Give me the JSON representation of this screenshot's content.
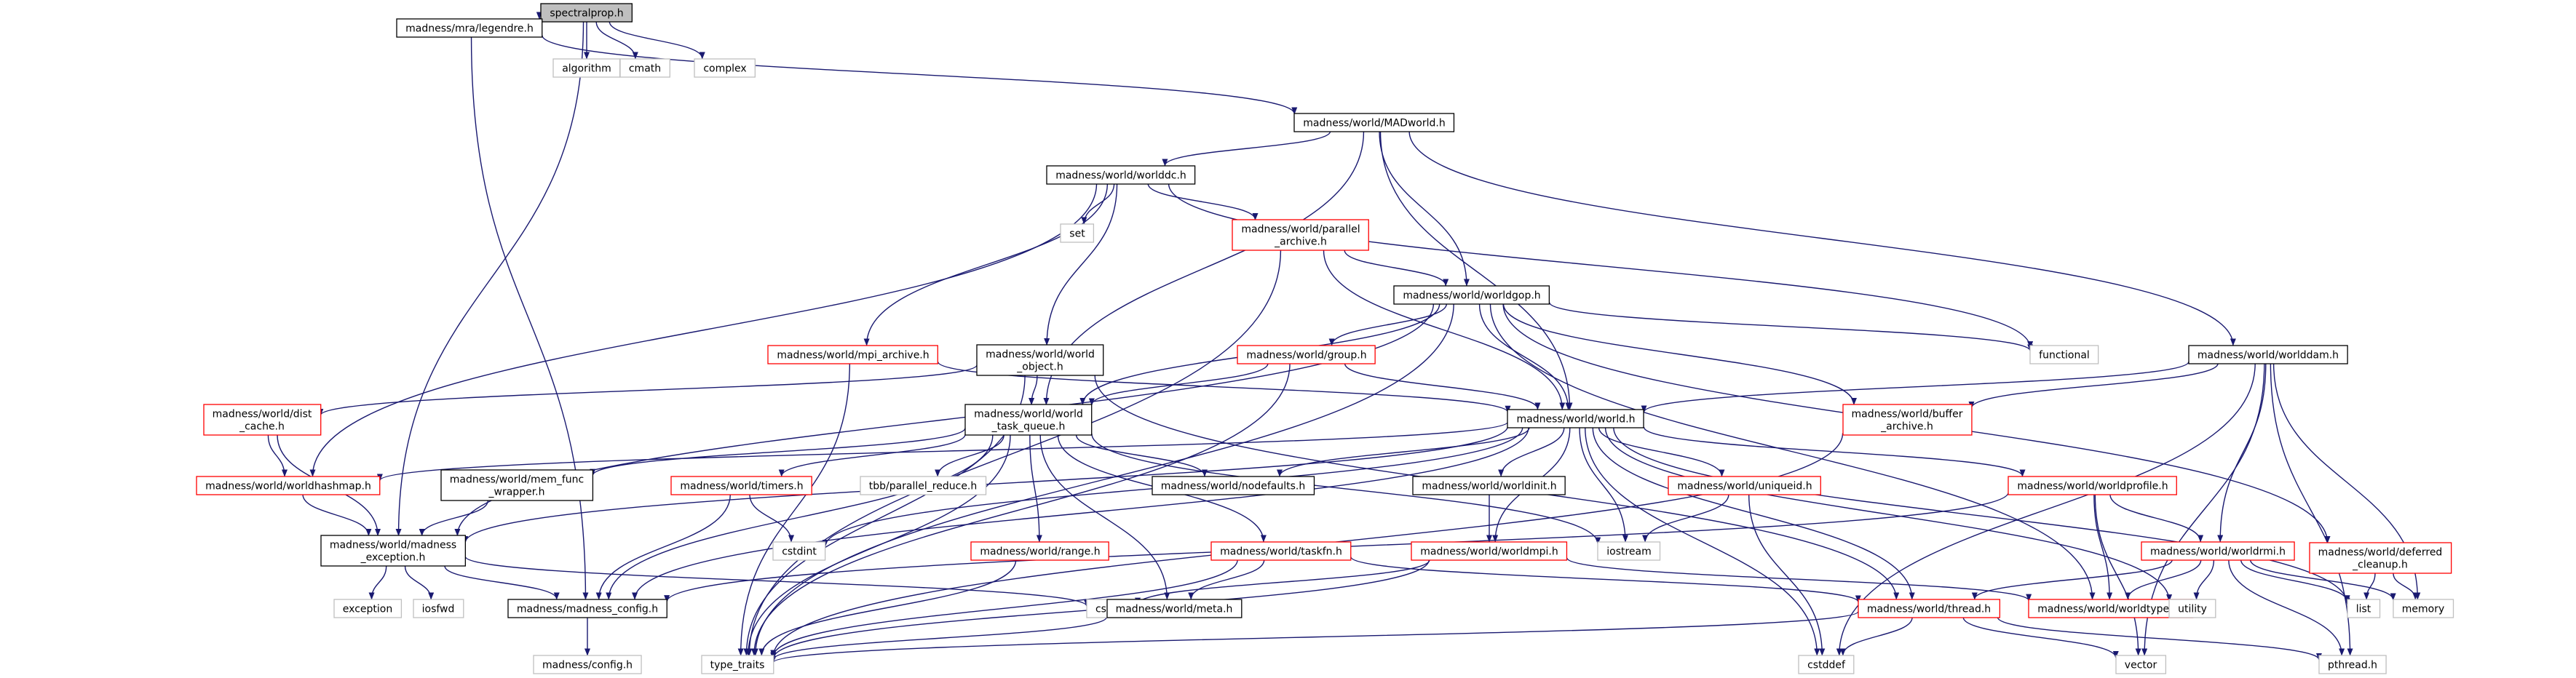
{
  "graph": {
    "nodes": [
      {
        "id": "spectralprop",
        "lines": [
          "spectralprop.h"
        ],
        "style": "root"
      },
      {
        "id": "legendre",
        "lines": [
          "madness/mra/legendre.h"
        ],
        "style": "black"
      },
      {
        "id": "algorithm",
        "lines": [
          "algorithm"
        ],
        "style": "gray"
      },
      {
        "id": "cmath",
        "lines": [
          "cmath"
        ],
        "style": "gray"
      },
      {
        "id": "complex",
        "lines": [
          "complex"
        ],
        "style": "gray"
      },
      {
        "id": "madworld",
        "lines": [
          "madness/world/MADworld.h"
        ],
        "style": "black"
      },
      {
        "id": "worlddc",
        "lines": [
          "madness/world/worlddc.h"
        ],
        "style": "black"
      },
      {
        "id": "set",
        "lines": [
          "set"
        ],
        "style": "gray"
      },
      {
        "id": "parallel_archive",
        "lines": [
          "madness/world/parallel",
          "_archive.h"
        ],
        "style": "red"
      },
      {
        "id": "worldgop",
        "lines": [
          "madness/world/worldgop.h"
        ],
        "style": "black"
      },
      {
        "id": "functional",
        "lines": [
          "functional"
        ],
        "style": "gray"
      },
      {
        "id": "worlddam",
        "lines": [
          "madness/world/worlddam.h"
        ],
        "style": "black"
      },
      {
        "id": "mpi_archive",
        "lines": [
          "madness/world/mpi_archive.h"
        ],
        "style": "red"
      },
      {
        "id": "world_object",
        "lines": [
          "madness/world/world",
          "_object.h"
        ],
        "style": "black"
      },
      {
        "id": "group",
        "lines": [
          "madness/world/group.h"
        ],
        "style": "red"
      },
      {
        "id": "dist_cache",
        "lines": [
          "madness/world/dist",
          "_cache.h"
        ],
        "style": "red"
      },
      {
        "id": "world_task_queue",
        "lines": [
          "madness/world/world",
          "_task_queue.h"
        ],
        "style": "black"
      },
      {
        "id": "world",
        "lines": [
          "madness/world/world.h"
        ],
        "style": "black"
      },
      {
        "id": "buffer_archive",
        "lines": [
          "madness/world/buffer",
          "_archive.h"
        ],
        "style": "red"
      },
      {
        "id": "worldhashmap",
        "lines": [
          "madness/world/worldhashmap.h"
        ],
        "style": "red"
      },
      {
        "id": "mem_func_wrapper",
        "lines": [
          "madness/world/mem_func",
          "_wrapper.h"
        ],
        "style": "black"
      },
      {
        "id": "timers",
        "lines": [
          "madness/world/timers.h"
        ],
        "style": "red"
      },
      {
        "id": "parallel_reduce",
        "lines": [
          "tbb/parallel_reduce.h"
        ],
        "style": "gray"
      },
      {
        "id": "nodefaults",
        "lines": [
          "madness/world/nodefaults.h"
        ],
        "style": "black"
      },
      {
        "id": "worldinit",
        "lines": [
          "madness/world/worldinit.h"
        ],
        "style": "black"
      },
      {
        "id": "uniqueid",
        "lines": [
          "madness/world/uniqueid.h"
        ],
        "style": "red"
      },
      {
        "id": "worldprofile",
        "lines": [
          "madness/world/worldprofile.h"
        ],
        "style": "red"
      },
      {
        "id": "madness_exception",
        "lines": [
          "madness/world/madness",
          "_exception.h"
        ],
        "style": "black"
      },
      {
        "id": "cstdint",
        "lines": [
          "cstdint"
        ],
        "style": "gray"
      },
      {
        "id": "range",
        "lines": [
          "madness/world/range.h"
        ],
        "style": "red"
      },
      {
        "id": "taskfn",
        "lines": [
          "madness/world/taskfn.h"
        ],
        "style": "red"
      },
      {
        "id": "worldmpi",
        "lines": [
          "madness/world/worldmpi.h"
        ],
        "style": "red"
      },
      {
        "id": "iostream",
        "lines": [
          "iostream"
        ],
        "style": "gray"
      },
      {
        "id": "worldrmi",
        "lines": [
          "madness/world/worldrmi.h"
        ],
        "style": "red"
      },
      {
        "id": "deferred_cleanup",
        "lines": [
          "madness/world/deferred",
          "_cleanup.h"
        ],
        "style": "red"
      },
      {
        "id": "exception",
        "lines": [
          "exception"
        ],
        "style": "gray"
      },
      {
        "id": "iosfwd",
        "lines": [
          "iosfwd"
        ],
        "style": "gray"
      },
      {
        "id": "madness_config",
        "lines": [
          "madness/madness_config.h"
        ],
        "style": "black"
      },
      {
        "id": "cstdlib",
        "lines": [
          "cstdlib"
        ],
        "style": "gray"
      },
      {
        "id": "meta",
        "lines": [
          "madness/world/meta.h"
        ],
        "style": "black"
      },
      {
        "id": "thread",
        "lines": [
          "madness/world/thread.h"
        ],
        "style": "red"
      },
      {
        "id": "worldtypes",
        "lines": [
          "madness/world/worldtypes.h"
        ],
        "style": "red"
      },
      {
        "id": "utility",
        "lines": [
          "utility"
        ],
        "style": "gray"
      },
      {
        "id": "list",
        "lines": [
          "list"
        ],
        "style": "gray"
      },
      {
        "id": "memory",
        "lines": [
          "memory"
        ],
        "style": "gray"
      },
      {
        "id": "config",
        "lines": [
          "madness/config.h"
        ],
        "style": "gray"
      },
      {
        "id": "type_traits",
        "lines": [
          "type_traits"
        ],
        "style": "gray"
      },
      {
        "id": "cstddef",
        "lines": [
          "cstddef"
        ],
        "style": "gray"
      },
      {
        "id": "vector",
        "lines": [
          "vector"
        ],
        "style": "gray"
      },
      {
        "id": "pthread",
        "lines": [
          "pthread.h"
        ],
        "style": "gray"
      }
    ],
    "edges": [
      [
        "spectralprop",
        "legendre"
      ],
      [
        "spectralprop",
        "algorithm"
      ],
      [
        "spectralprop",
        "cmath"
      ],
      [
        "spectralprop",
        "complex"
      ],
      [
        "spectralprop",
        "madness_exception"
      ],
      [
        "legendre",
        "madworld"
      ],
      [
        "legendre",
        "madness_config"
      ],
      [
        "madworld",
        "worlddc"
      ],
      [
        "madworld",
        "worldgop"
      ],
      [
        "madworld",
        "worlddam"
      ],
      [
        "madworld",
        "world"
      ],
      [
        "madworld",
        "world_task_queue"
      ],
      [
        "worlddc",
        "set"
      ],
      [
        "worlddc",
        "parallel_archive"
      ],
      [
        "worlddc",
        "mpi_archive"
      ],
      [
        "worlddc",
        "world_object"
      ],
      [
        "worlddc",
        "functional"
      ],
      [
        "worlddc",
        "worldhashmap"
      ],
      [
        "parallel_archive",
        "worldgop"
      ],
      [
        "parallel_archive",
        "world"
      ],
      [
        "parallel_archive",
        "type_traits"
      ],
      [
        "worldgop",
        "functional"
      ],
      [
        "worldgop",
        "group"
      ],
      [
        "worldgop",
        "world"
      ],
      [
        "worldgop",
        "buffer_archive"
      ],
      [
        "worldgop",
        "world_task_queue"
      ],
      [
        "worldgop",
        "deferred_cleanup"
      ],
      [
        "worldgop",
        "worldtypes"
      ],
      [
        "worldgop",
        "type_traits"
      ],
      [
        "worldgop",
        "madness_exception"
      ],
      [
        "worlddam",
        "world"
      ],
      [
        "worlddam",
        "buffer_archive"
      ],
      [
        "worlddam",
        "worldrmi"
      ],
      [
        "worlddam",
        "memory"
      ],
      [
        "worlddam",
        "cstddef"
      ],
      [
        "worlddam",
        "vector"
      ],
      [
        "worlddam",
        "pthread"
      ],
      [
        "mpi_archive",
        "world"
      ],
      [
        "mpi_archive",
        "type_traits"
      ],
      [
        "world_object",
        "world_task_queue"
      ],
      [
        "world_object",
        "dist_cache"
      ],
      [
        "world_object",
        "thread"
      ],
      [
        "world_object",
        "type_traits"
      ],
      [
        "group",
        "world_task_queue"
      ],
      [
        "group",
        "world"
      ],
      [
        "group",
        "type_traits"
      ],
      [
        "dist_cache",
        "worldhashmap"
      ],
      [
        "dist_cache",
        "madness_exception"
      ],
      [
        "world_task_queue",
        "mem_func_wrapper"
      ],
      [
        "world_task_queue",
        "timers"
      ],
      [
        "world_task_queue",
        "parallel_reduce"
      ],
      [
        "world_task_queue",
        "nodefaults"
      ],
      [
        "world_task_queue",
        "range"
      ],
      [
        "world_task_queue",
        "taskfn"
      ],
      [
        "world_task_queue",
        "meta"
      ],
      [
        "world_task_queue",
        "madness_config"
      ],
      [
        "world_task_queue",
        "type_traits"
      ],
      [
        "world_task_queue",
        "iostream"
      ],
      [
        "world",
        "worldhashmap"
      ],
      [
        "world",
        "nodefaults"
      ],
      [
        "world",
        "worldinit"
      ],
      [
        "world",
        "uniqueid"
      ],
      [
        "world",
        "worldprofile"
      ],
      [
        "world",
        "worldmpi"
      ],
      [
        "world",
        "iostream"
      ],
      [
        "world",
        "thread"
      ],
      [
        "world",
        "cstdint"
      ],
      [
        "world",
        "cstddef"
      ],
      [
        "world",
        "list"
      ],
      [
        "world",
        "utility"
      ],
      [
        "world",
        "madness_exception"
      ],
      [
        "world",
        "madness_config"
      ],
      [
        "buffer_archive",
        "type_traits"
      ],
      [
        "worldhashmap",
        "madness_exception"
      ],
      [
        "mem_func_wrapper",
        "madness_exception"
      ],
      [
        "timers",
        "cstdint"
      ],
      [
        "timers",
        "madness_config"
      ],
      [
        "worldinit",
        "worldmpi"
      ],
      [
        "uniqueid",
        "iostream"
      ],
      [
        "uniqueid",
        "cstddef"
      ],
      [
        "worldprofile",
        "worldrmi"
      ],
      [
        "worldprofile",
        "worldtypes"
      ],
      [
        "worldprofile",
        "vector"
      ],
      [
        "worldprofile",
        "madness_config"
      ],
      [
        "madness_exception",
        "exception"
      ],
      [
        "madness_exception",
        "iosfwd"
      ],
      [
        "madness_exception",
        "madness_config"
      ],
      [
        "madness_exception",
        "cstdlib"
      ],
      [
        "range",
        "type_traits"
      ],
      [
        "taskfn",
        "meta"
      ],
      [
        "taskfn",
        "type_traits"
      ],
      [
        "taskfn",
        "thread"
      ],
      [
        "worldmpi",
        "cstdlib"
      ],
      [
        "worldmpi",
        "type_traits"
      ],
      [
        "worldmpi",
        "worldtypes"
      ],
      [
        "worldrmi",
        "thread"
      ],
      [
        "worldrmi",
        "worldtypes"
      ],
      [
        "worldrmi",
        "utility"
      ],
      [
        "worldrmi",
        "list"
      ],
      [
        "worldrmi",
        "memory"
      ],
      [
        "worldrmi",
        "pthread"
      ],
      [
        "deferred_cleanup",
        "list"
      ],
      [
        "deferred_cleanup",
        "memory"
      ],
      [
        "madness_config",
        "config"
      ],
      [
        "meta",
        "type_traits"
      ],
      [
        "thread",
        "type_traits"
      ],
      [
        "thread",
        "cstddef"
      ],
      [
        "thread",
        "vector"
      ],
      [
        "thread",
        "pthread"
      ]
    ]
  },
  "colors": {
    "edge": "#191970",
    "root_fill": "#bfbfbf",
    "node_fill": "#ffffff",
    "black_border": "#000000",
    "red_border": "#ff0000",
    "gray_border": "#bfbfbf",
    "text": "#000000"
  }
}
